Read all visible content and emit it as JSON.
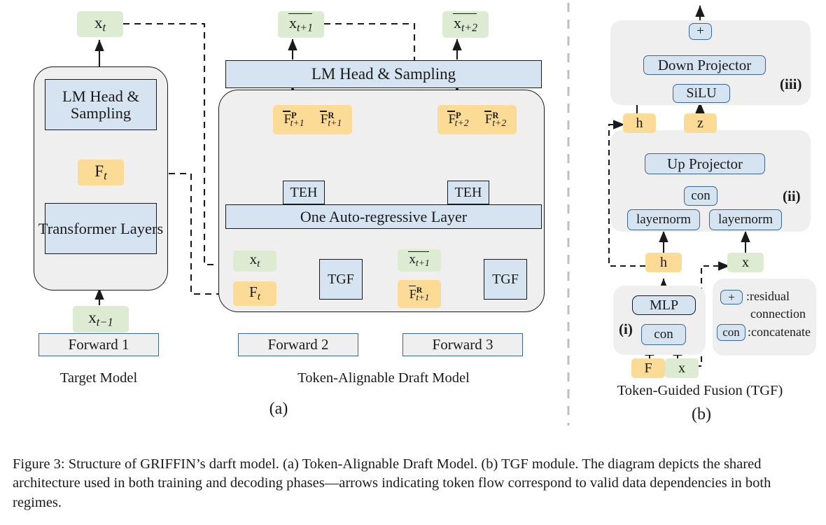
{
  "figure": {
    "caption": "Figure 3: Structure of GRIFFIN’s darft model. (a) Token-Alignable Draft Model. (b) TGF module. The diagram depicts the shared architecture used in both training and decoding phases—arrows indicating token flow correspond to valid data dependencies in both regimes.",
    "panel_a_label": "(a)",
    "panel_b_label": "(b)"
  },
  "colors": {
    "token_green": "#ddebd3",
    "feature_yellow": "#fbdb95",
    "module_blue": "#d6e4f2",
    "group_grey": "#efefef",
    "border_dark": "#16191c",
    "border_blue": "#3c6694",
    "divider_grey": "#bfbfbf"
  },
  "panel_a": {
    "target_model": {
      "caption": "Target Model",
      "forward_label": "Forward 1",
      "output_token": {
        "base": "x",
        "sub": "t"
      },
      "input_token": {
        "base": "x",
        "sub": "t−1"
      },
      "feature": {
        "base": "F",
        "sub": "t"
      },
      "lm_head": "LM Head &\nSampling",
      "lm_head_line1": "LM Head &",
      "lm_head_line2": "Sampling",
      "transformer": "Transformer Layers"
    },
    "draft_model": {
      "caption": "Token-Alignable Draft Model",
      "forward_2_label": "Forward 2",
      "forward_3_label": "Forward 3",
      "lm_head": "LM Head & Sampling",
      "ar_layer": "One Auto-regressive Layer",
      "teh_left": "TEH",
      "teh_right": "TEH",
      "tgf_left": "TGF",
      "tgf_right": "TGF",
      "out_token_1": {
        "base": "x",
        "sub": "t+1",
        "bar": true
      },
      "out_token_2": {
        "base": "x",
        "sub": "t+2",
        "bar": true
      },
      "feat_p1": {
        "base": "F",
        "sub": "t+1",
        "sup": "P",
        "bar": true
      },
      "feat_r1": {
        "base": "F",
        "sub": "t+1",
        "sup": "R",
        "bar": true
      },
      "feat_p2": {
        "base": "F",
        "sub": "t+2",
        "sup": "P",
        "bar": true
      },
      "feat_r2": {
        "base": "F",
        "sub": "t+2",
        "sup": "R",
        "bar": true
      },
      "in_token_xt": {
        "base": "x",
        "sub": "t"
      },
      "in_feat_ft": {
        "base": "F",
        "sub": "t"
      },
      "in_token_xbar": {
        "base": "x",
        "sub": "t+1",
        "bar": true
      },
      "in_feat_rbar": {
        "base": "F",
        "sub": "t+1",
        "sup": "R",
        "bar": true
      }
    }
  },
  "panel_b": {
    "caption": "Token-Guided Fusion (TGF)",
    "group_i": "(i)",
    "group_ii": "(ii)",
    "group_iii": "(iii)",
    "down_projector": "Down Projector",
    "silu": "SiLU",
    "up_projector": "Up Projector",
    "concat_top": "con",
    "concat_bottom": "con",
    "mlp": "MLP",
    "layernorm_left": "layernorm",
    "layernorm_right": "layernorm",
    "plus": "+",
    "h_left": "h",
    "h_mid": "h",
    "z": "z",
    "x_right": "x",
    "f_in": "F",
    "x_in": "x",
    "legend": {
      "residual_symbol": "+",
      "residual_text_line1": ":residual",
      "residual_text_line2": "connection",
      "concat_symbol": "con",
      "concat_text": ":concatenate"
    }
  }
}
